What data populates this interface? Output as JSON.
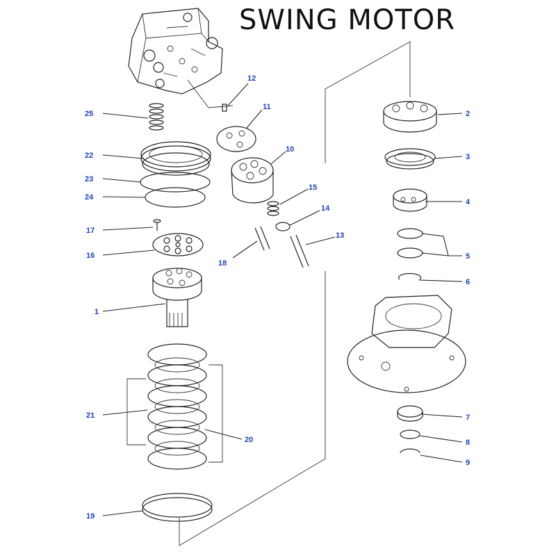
{
  "title": "SWING MOTOR",
  "colors": {
    "label": "#1a3fb5",
    "line": "#222222",
    "background": "#ffffff"
  },
  "labels": {
    "l1": "1",
    "l2": "2",
    "l3": "3",
    "l4": "4",
    "l5": "5",
    "l6": "6",
    "l7": "7",
    "l8": "8",
    "l9": "9",
    "l10": "10",
    "l11": "11",
    "l12": "12",
    "l13": "13",
    "l14": "14",
    "l15": "15",
    "l16": "16",
    "l17": "17",
    "l18": "18",
    "l19": "19",
    "l20": "20",
    "l21": "21",
    "l22": "22",
    "l23": "23",
    "l24": "24",
    "l25": "25"
  }
}
